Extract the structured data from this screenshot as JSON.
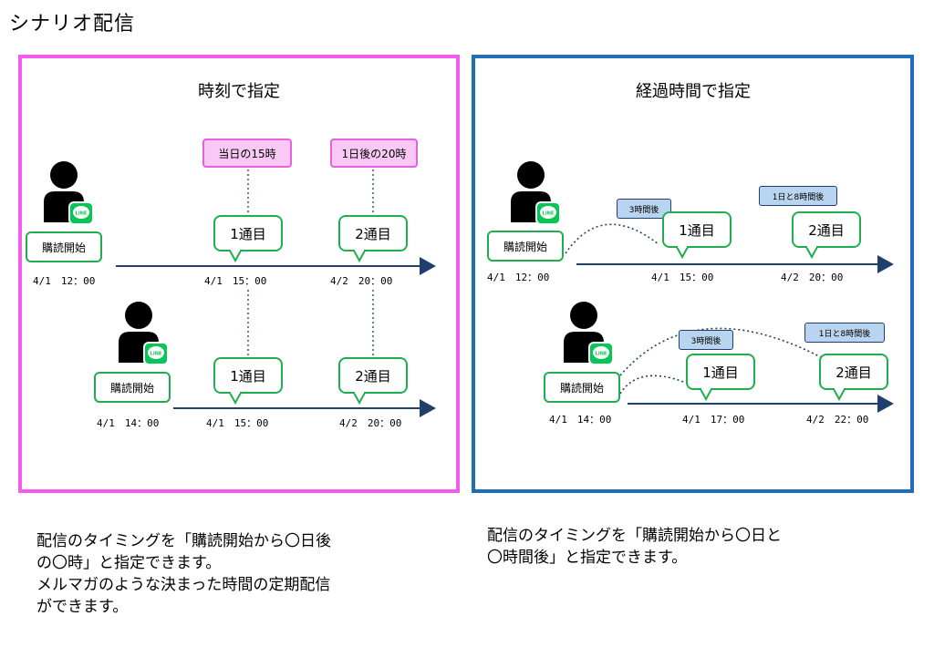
{
  "page_title": "シナリオ配信",
  "left": {
    "title": "時刻で指定",
    "labels": [
      "当日の15時",
      "1日後の20時"
    ],
    "row1": {
      "subscribe": "購読開始",
      "start_time": "4/1　12：00",
      "bubble1": "1通目",
      "bubble2": "2通目",
      "time1": "4/1　15：00",
      "time2": "4/2　20：00"
    },
    "row2": {
      "subscribe": "購読開始",
      "start_time": "4/1　14：00",
      "bubble1": "1通目",
      "bubble2": "2通目",
      "time1": "4/1　15：00",
      "time2": "4/2　20：00"
    },
    "caption": [
      "配信のタイミングを「購読開始から〇日後",
      "の〇時」と指定できます。",
      "メルマガのような決まった時間の定期配信",
      "ができます。"
    ]
  },
  "right": {
    "title": "経過時間で指定",
    "row1": {
      "subscribe": "購読開始",
      "start_time": "4/1　12：00",
      "label1": "3時間後",
      "label2": "1日と8時間後",
      "bubble1": "1通目",
      "bubble2": "2通目",
      "time1": "4/1　15：00",
      "time2": "4/2　20：00"
    },
    "row2": {
      "subscribe": "購読開始",
      "start_time": "4/1　14：00",
      "label1": "3時間後",
      "label2": "1日と8時間後",
      "bubble1": "1通目",
      "bubble2": "2通目",
      "time1": "4/1　17：00",
      "time2": "4/2　22：00"
    },
    "caption": [
      "配信のタイミングを「購読開始から〇日と",
      "〇時間後」と指定できます。"
    ]
  },
  "line_badge": "LINE",
  "colors": {
    "left_border": "#f45cf0",
    "right_border": "#1f6fb8",
    "bubble_border": "#1fae4e",
    "arrow": "#1f3f6e",
    "line_green": "#06c755"
  }
}
